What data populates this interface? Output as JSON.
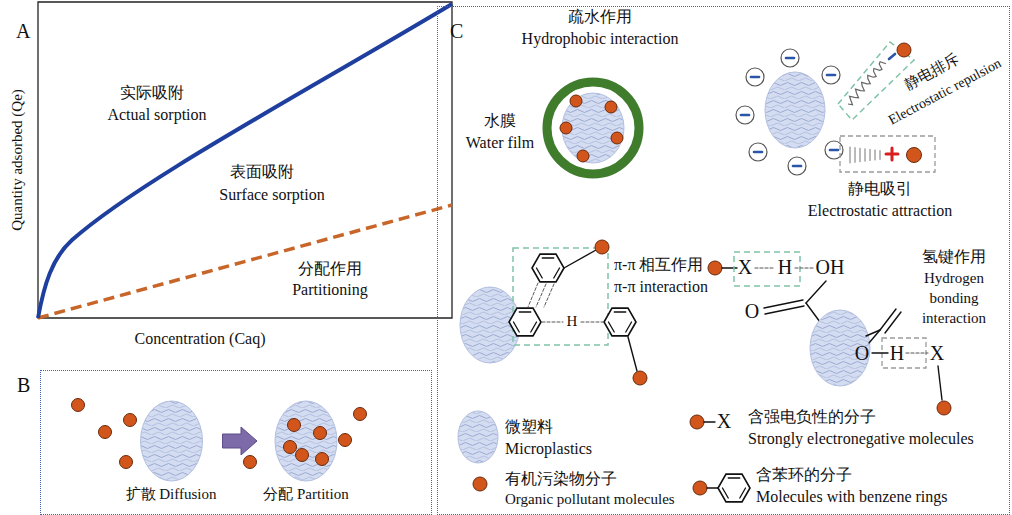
{
  "diagram": {
    "nodes": [
      {
        "text": [
          "B"
        ]
      },
      {
        "text": [
          "扩散 Diffusion"
        ],
        "in": 0
      },
      {
        "text": [
          "分配 Partition"
        ],
        "in": 0
      },
      {
        "text": [
          "C"
        ]
      }
    ],
    "edges": [
      {
        "from": 1,
        "to": 2,
        "arrow": "to"
      }
    ],
    "labels": [
      "A",
      "Quantity adsorbed (Qe)",
      "实际吸附",
      "Actual sorption",
      "表面吸附",
      "Surface sorption",
      "分配作用",
      "Partitioning",
      "Concentration (Caq)",
      "疏水作用",
      "Hydrophobic interaction",
      "水膜",
      "Water film",
      "静电排斥",
      "Electrostatic repulsion",
      "静电吸引",
      "Electrostatic attraction",
      "π-π 相互作用",
      "π-π interaction",
      "H",
      "X",
      "H",
      "OH",
      "O",
      "O",
      "H",
      "X",
      "氢键作用",
      "Hydrogen",
      "bonding",
      "interaction",
      "X"
    ],
    "legend": [
      {
        "text": "微塑料"
      },
      {
        "text": "Microplastics"
      },
      {
        "text": "有机污染物分子"
      },
      {
        "text": "Organic pollutant molecules"
      },
      {
        "text": "含强电负性的分子"
      },
      {
        "text": "Strongly electronegative molecules"
      },
      {
        "text": "含苯环的分子"
      },
      {
        "text": "Molecules with benzene rings"
      }
    ]
  }
}
